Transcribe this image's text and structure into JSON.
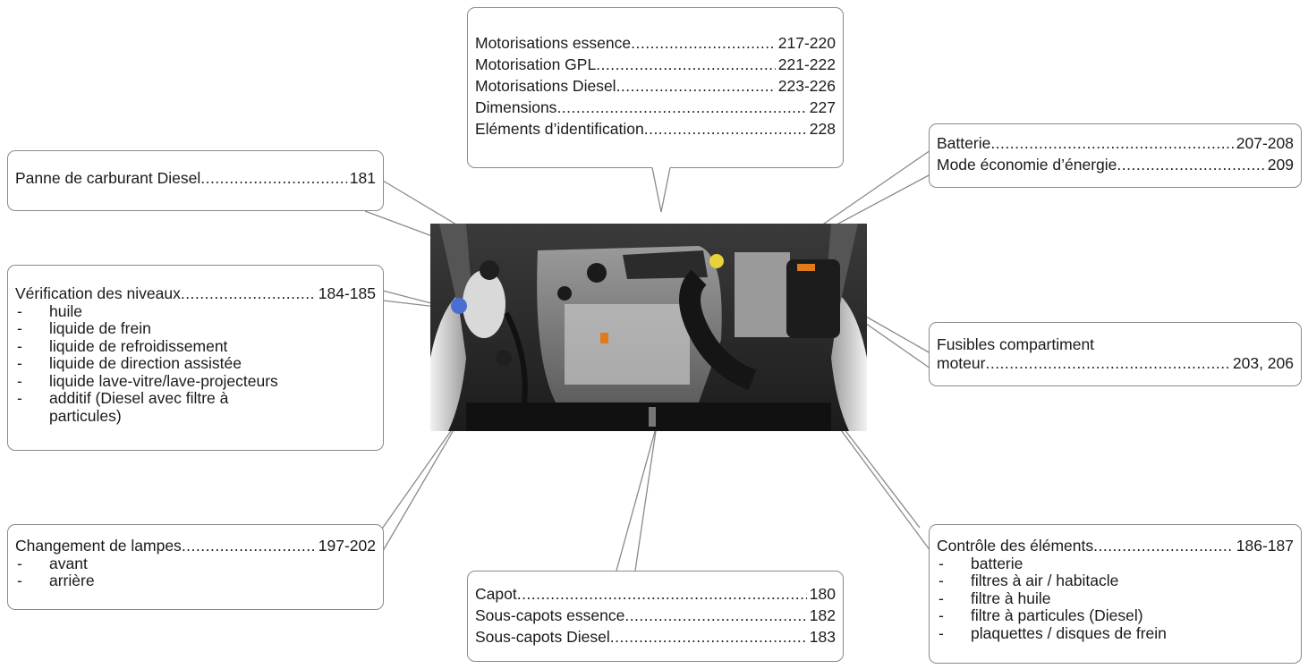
{
  "callouts": {
    "motorisations": {
      "items": [
        {
          "label": "Motorisations essence",
          "page": "217-220"
        },
        {
          "label": "Motorisation GPL",
          "page": "221-222"
        },
        {
          "label": "Motorisations Diesel",
          "page": "223-226"
        },
        {
          "label": "Dimensions",
          "page": "227"
        },
        {
          "label": "Eléments d’identification",
          "page": "228"
        }
      ]
    },
    "panne": {
      "items": [
        {
          "label": "Panne de carburant Diesel",
          "page": "181"
        }
      ]
    },
    "batterie": {
      "items": [
        {
          "label": "Batterie",
          "page": "207-208"
        },
        {
          "label": "Mode économie d’énergie",
          "page": "209"
        }
      ]
    },
    "niveaux": {
      "title": {
        "label": "Vérification des niveaux",
        "page": "184-185"
      },
      "sub": [
        "huile",
        "liquide de frein",
        "liquide de refroidissement",
        "liquide de direction assistée",
        "liquide lave-vitre/lave-projecteurs",
        "additif (Diesel avec filtre à particules)"
      ]
    },
    "fusibles": {
      "line1": "Fusibles compartiment",
      "label": "moteur",
      "page": "203, 206"
    },
    "lampes": {
      "title": {
        "label": "Changement de lampes",
        "page": "197-202"
      },
      "sub": [
        "avant",
        "arrière"
      ]
    },
    "capot": {
      "items": [
        {
          "label": "Capot",
          "page": "180"
        },
        {
          "label": "Sous-capots essence",
          "page": "182"
        },
        {
          "label": "Sous-capots Diesel",
          "page": "183"
        }
      ]
    },
    "controle": {
      "title": {
        "label": "Contrôle des éléments",
        "page": "186-187"
      },
      "sub": [
        "batterie",
        "filtres à air / habitacle",
        "filtre à huile",
        "filtre à particules (Diesel)",
        "plaquettes / disques de frein"
      ]
    }
  },
  "colors": {
    "border": "#8a8a8a",
    "text": "#1a1a1a",
    "engine_dark": "#2b2b2b",
    "reservoir_cap": "#4a6fd0",
    "filler_cap": "#e8d23a",
    "fuse_label": "#e07a1a"
  }
}
